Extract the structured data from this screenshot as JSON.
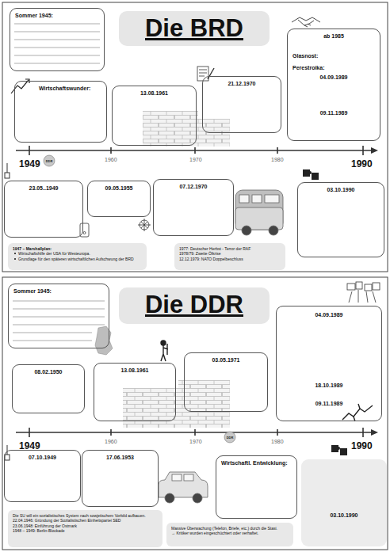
{
  "diagram": {
    "nodes": [
      {
        "text": [
          "Sommer 1945:"
        ]
      },
      {
        "text": [
          "Die BRD"
        ]
      },
      {
        "text": [
          "ab 1985",
          "Glasnost:",
          "Perestroika:",
          "04.09.1989",
          "09.11.1989"
        ]
      },
      {
        "text": [
          "Wirtschaftswunder:"
        ]
      },
      {
        "text": [
          "13.08.1961"
        ]
      },
      {
        "text": [
          "21.12.1970"
        ]
      },
      {
        "text": [
          "23.05..1949"
        ]
      },
      {
        "text": [
          "09.05.1955"
        ]
      },
      {
        "text": [
          "07.12.1970"
        ]
      },
      {
        "text": [
          "03.10.1990"
        ]
      },
      {
        "text": [
          "1947 – Marshallplan:",
          "Wirtschaftshilfe der USA für Westeuropa.",
          "Grundlage für den späteren wirtschaftlichen Aufschwung der BRD"
        ]
      },
      {
        "text": [
          "1977: Deutscher Herbst - Terror der RAF",
          "1978/79: Zweite Ölkrise",
          "12.12.1979: NATO Doppelbeschluss"
        ]
      },
      {
        "text": [
          "Sommer 1945:"
        ]
      },
      {
        "text": [
          "Die DDR"
        ]
      },
      {
        "text": [
          "04.09.1989",
          "18.10.1989",
          "09.11.1989"
        ]
      },
      {
        "text": [
          "08.02.1950"
        ]
      },
      {
        "text": [
          "13.08.1961"
        ]
      },
      {
        "text": [
          "03.05.1971"
        ]
      },
      {
        "text": [
          "07.10.1949"
        ]
      },
      {
        "text": [
          "17.06.1953"
        ]
      },
      {
        "text": [
          "Wirtschaftl. Entwicklung:"
        ]
      },
      {
        "text": [
          "03.10.1990"
        ]
      },
      {
        "text": [
          "Die SU will ein sozialistisches System nach sowjetischem Vorbild aufbauen.",
          "22.04.1946: Gründung der Sozialistischen Einheitspartei SED",
          "23.06.1948: Einführung der Ostmark",
          "1948 – 1949: Berlin-Blockade"
        ]
      },
      {
        "text": [
          "Massive Überwachung (Telefon, Briefe, etc.) durch die Stasi.",
          "→ Kritiker wurden eingeschüchtert oder verhaftet."
        ]
      }
    ],
    "labels": [
      "1949",
      "1960",
      "1970",
      "1980",
      "1990",
      "DDR",
      "1949",
      "1960",
      "1970",
      "1980",
      "1990",
      "DDR"
    ]
  }
}
